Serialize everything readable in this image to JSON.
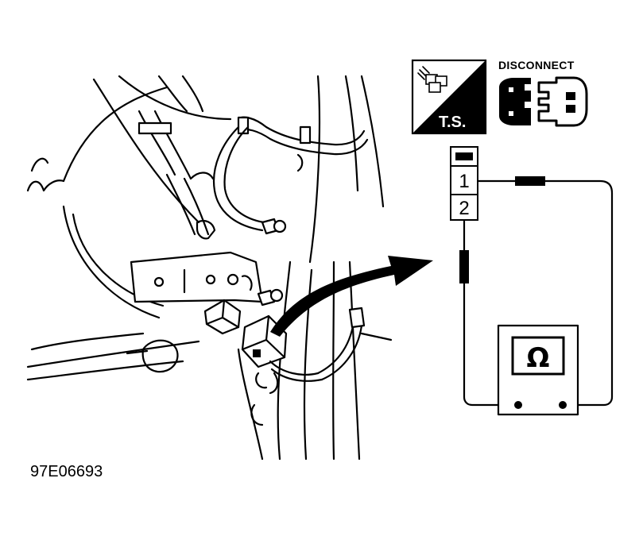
{
  "icons": {
    "test_step_badge": {
      "label": "T.S.",
      "icon": "connector-icon"
    },
    "disconnect_badge": {
      "label": "DISCONNECT",
      "icon": "disconnect-connector-icon"
    }
  },
  "connector_pins": {
    "header_icon": "pin-block-icon",
    "pins": [
      "1",
      "2"
    ]
  },
  "meter": {
    "symbol": "Ω",
    "icon": "ohmmeter-icon"
  },
  "figure_id": "97E06693"
}
